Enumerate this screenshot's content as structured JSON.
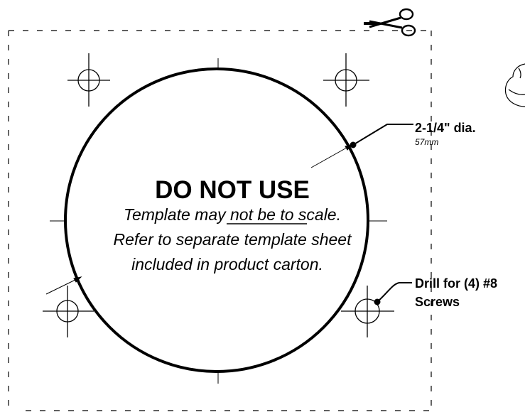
{
  "warning": {
    "title": "DO NOT USE",
    "line1": "Template may not be to scale.",
    "line2": "Refer to separate template sheet",
    "line3": "included in product carton."
  },
  "callouts": {
    "diameter_label": "2-1/4\" dia.",
    "diameter_metric": "57mm",
    "drill_line1": "Drill for (4) #8",
    "drill_line2": "Screws"
  },
  "colors": {
    "ink": "#000000",
    "paper": "#ffffff"
  },
  "icons": [
    "scissors-icon",
    "knob-icon"
  ]
}
